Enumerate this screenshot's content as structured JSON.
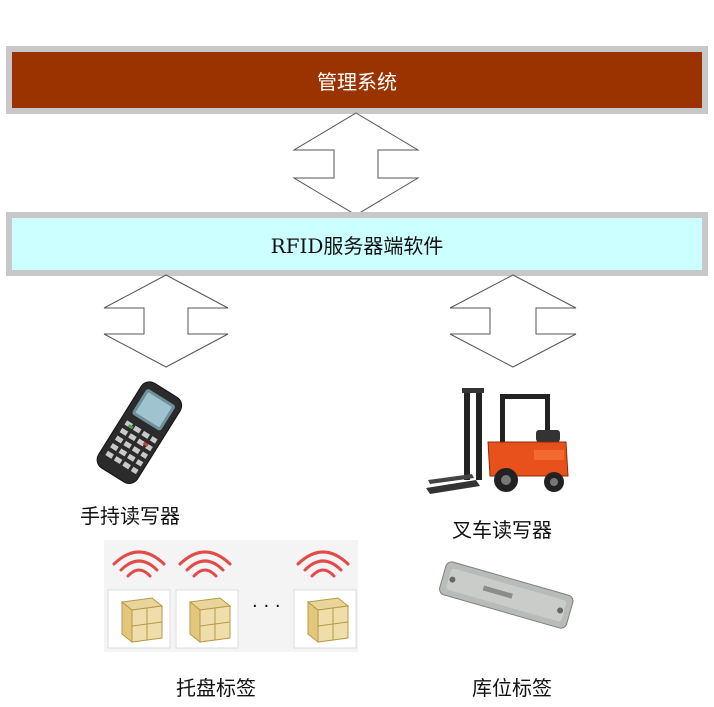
{
  "top_bar": {
    "label": "管理系统",
    "color": "#9b3300"
  },
  "server_bar": {
    "label": "RFID服务器端软件",
    "color": "#ccffff"
  },
  "devices": {
    "handheld_label": "手持读写器",
    "forklift_label": "叉车读写器",
    "pallet_label": "托盘标签",
    "location_label": "库位标签",
    "ellipsis": "· · ·"
  },
  "icons": [
    "double-arrow-icon",
    "handheld-reader-icon",
    "forklift-icon",
    "rfid-wave-icon",
    "pallet-box-icon",
    "rfid-tag-icon"
  ]
}
